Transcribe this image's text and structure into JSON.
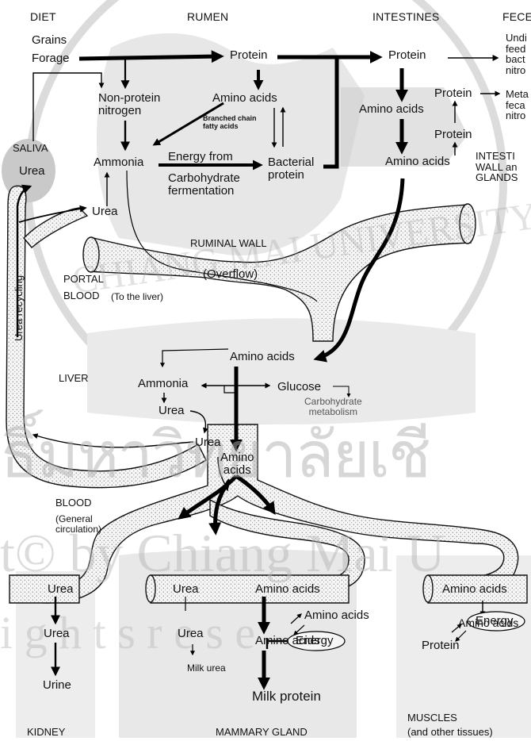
{
  "headers": {
    "diet": "DIET",
    "rumen": "RUMEN",
    "intestines": "INTESTINES",
    "feces": "FECES"
  },
  "diet": {
    "grains": "Grains",
    "forage": "Forage"
  },
  "rumen": {
    "protein": "Protein",
    "amino_acids": "Amino acids",
    "npn": "Non-protein\nnitrogen",
    "branched": "Branched chain\nfatty acids",
    "ammonia": "Ammonia",
    "energy": "Energy from",
    "carb": "Carbohydrate\nfermentation",
    "bact": "Bacterial\nprotein"
  },
  "saliva": {
    "label": "SALIVA",
    "urea": "Urea"
  },
  "urea_wall": "Urea",
  "ruminal_wall": "RUMINAL WALL",
  "overflow": "(Overflow)",
  "portal": {
    "label": "PORTAL",
    "blood": "BLOOD",
    "note": "(To the liver)"
  },
  "urea_recycling": "Urea recycling",
  "intestines": {
    "protein": "Protein",
    "amino_acids": "Amino acids",
    "amino_acids2": "Amino acids",
    "protein_right": "Protein",
    "protein_mid": "Protein"
  },
  "feces": {
    "undig": "Undi\nfeed\nbact\nnitro",
    "meta": "Meta\nfeca\nnitro"
  },
  "int_wall": "INTESTI\nWALL an\nGLANDS",
  "liver": {
    "label": "LIVER",
    "amino_acids": "Amino acids",
    "ammonia": "Ammonia",
    "glucose": "Glucose",
    "carb_met": "Carbohydrate\nmetabolism",
    "urea": "Urea"
  },
  "urea_vessel": "Urea",
  "amino_vessel": "Amino\nacids",
  "blood": {
    "label": "BLOOD",
    "note": "(General\ncirculation)"
  },
  "kidney": {
    "urea1": "Urea",
    "urea2": "Urea",
    "urine": "Urine",
    "label": "KIDNEY"
  },
  "mammary": {
    "urea1": "Urea",
    "amino1": "Amino acids",
    "urea2": "Urea",
    "amino2": "Amino acids",
    "amino3": "Amino acids",
    "energy": "Energy",
    "milk_urea": "Milk urea",
    "milk_protein": "Milk protein",
    "label": "MAMMARY GLAND"
  },
  "muscles": {
    "amino1": "Amino acids",
    "amino2": "Amino acids",
    "energy": "Energy",
    "protein": "Protein",
    "label": "MUSCLES",
    "note": "(and other tissues)"
  },
  "watermark": {
    "line1": "CHIANG MAI UNIVERSITY",
    "thai": "ธิ์มหาวิทยาลัยเชี",
    "copy": "t© by Chiang Mai U",
    "rights": "i g h t s   r e s e"
  }
}
